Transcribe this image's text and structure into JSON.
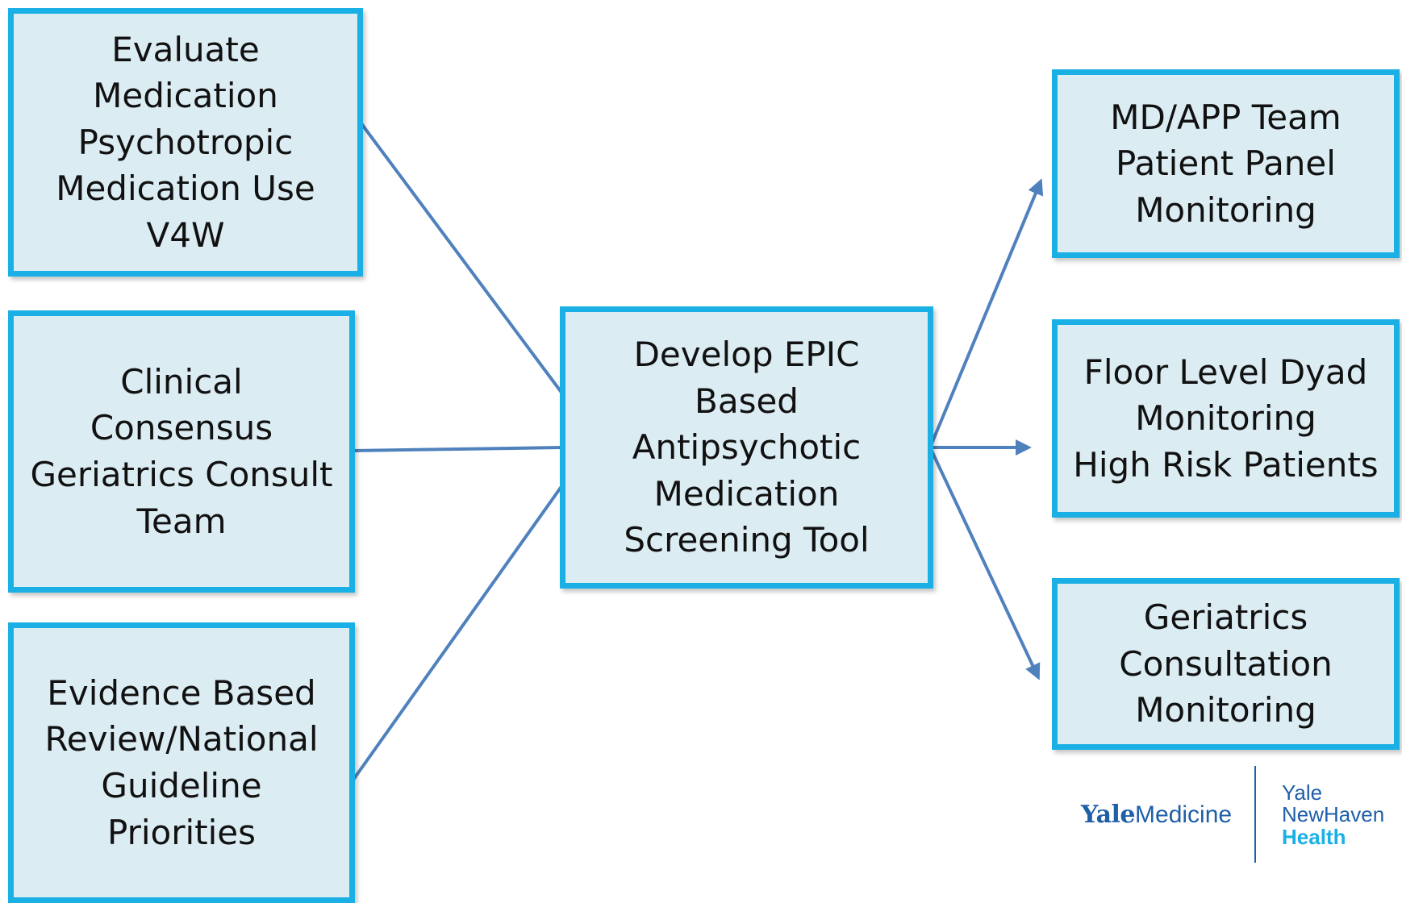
{
  "diagram": {
    "inputs": [
      {
        "id": "evaluate",
        "text": "Evaluate\nMedication\nPsychotropic\nMedication Use\nV4W"
      },
      {
        "id": "consensus",
        "text": "Clinical Consensus\nGeriatrics Consult\nTeam"
      },
      {
        "id": "evidence",
        "text": "Evidence Based\nReview/National\nGuideline Priorities"
      }
    ],
    "center": {
      "id": "tool",
      "text": "Develop EPIC Based\nAntipsychotic\nMedication\nScreening Tool"
    },
    "outputs": [
      {
        "id": "mdapp",
        "text": "MD/APP Team\nPatient Panel\nMonitoring"
      },
      {
        "id": "floor",
        "text": "Floor Level Dyad\nMonitoring\nHigh Risk Patients"
      },
      {
        "id": "geriatrics",
        "text": "Geriatrics\nConsultation\nMonitoring"
      }
    ],
    "edges": [
      {
        "from": "evaluate",
        "to": "tool",
        "arrow": false
      },
      {
        "from": "consensus",
        "to": "tool",
        "arrow": false
      },
      {
        "from": "evidence",
        "to": "tool",
        "arrow": false
      },
      {
        "from": "tool",
        "to": "mdapp",
        "arrow": true
      },
      {
        "from": "tool",
        "to": "floor",
        "arrow": true
      },
      {
        "from": "tool",
        "to": "geriatrics",
        "arrow": true
      }
    ]
  },
  "logos": {
    "yale_medicine": {
      "yale": "Yale",
      "medicine": "Medicine"
    },
    "ynhh": {
      "line1": "Yale",
      "line2": "NewHaven",
      "line3": "Health"
    }
  },
  "colors": {
    "box_fill": "#dbecf3",
    "box_border": "#1ab0e6",
    "connector": "#4f81bd",
    "logo_blue": "#1f5fa8",
    "logo_accent": "#1ab0e6"
  }
}
